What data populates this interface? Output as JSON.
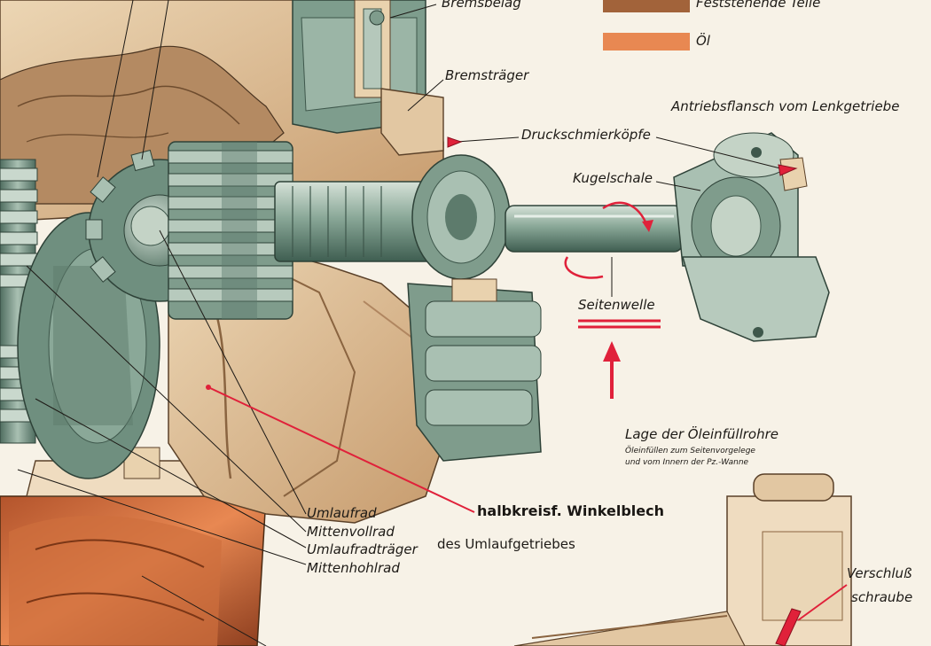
{
  "legend": [
    {
      "label": "Feststehende Teile",
      "color": "#a2633a"
    },
    {
      "label": "Öl",
      "color": "#e88852"
    }
  ],
  "labels": {
    "bremsbelag": "Bremsbelag",
    "bremstraeger": "Bremsträger",
    "antriebsflansch": "Antriebsflansch vom Lenkgetriebe",
    "druckschmierkoepfe": "Druckschmierköpfe",
    "kugelschale": "Kugelschale",
    "seitenwelle": "Seitenwelle",
    "oel_title": "Lage der Öleinfüllrohre",
    "oel_sub1": "Öleinfüllen zum Seitenvorgelege",
    "oel_sub2": "und vom Innern der Pz.-Wanne",
    "umlaufrad": "Umlaufrad",
    "mittenvollrad": "Mittenvollrad",
    "umlaufradtraeger": "Umlaufradträger",
    "mittenhohlrad": "Mittenhohlrad",
    "winkelblech": "halbkreisf. Winkelblech",
    "umlaufgetriebe": "des Umlaufgetriebes",
    "verschluss1": "Verschluß",
    "verschluss2": "schraube"
  },
  "colors": {
    "steel": "#7f9c8c",
    "steel_dark": "#4f6d60",
    "steel_light": "#c4d3c6",
    "housing": "#e2c7a2",
    "housing_dark": "#b88a5c",
    "oil": "#e88852",
    "fixed": "#a2633a",
    "accent_red": "#e0213a"
  },
  "icons": [
    "red-arrow-icon",
    "rotation-arrow-icon",
    "grease-nipple-icon"
  ]
}
